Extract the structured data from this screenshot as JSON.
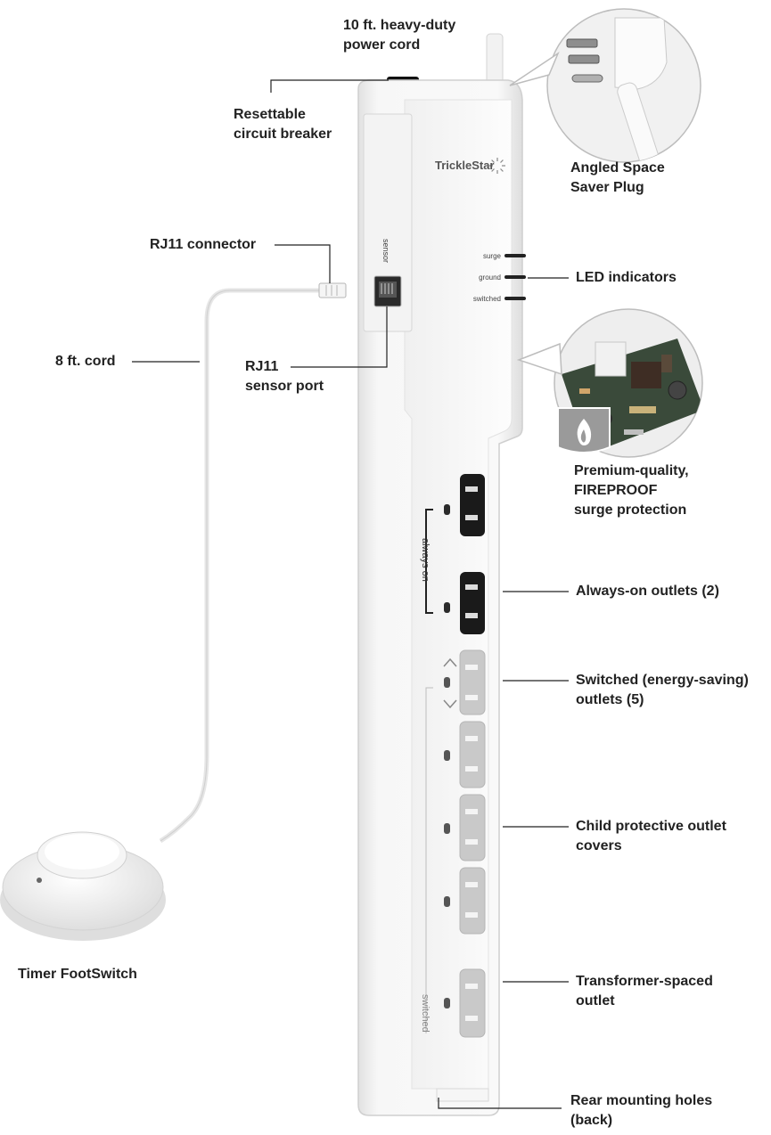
{
  "brand": "TrickleStar",
  "port_label": "sensor",
  "led_labels": [
    "surge",
    "ground",
    "switched"
  ],
  "group_labels": {
    "always_on": "always on",
    "switched": "switched"
  },
  "callouts": {
    "power_cord": [
      "10 ft. heavy-duty",
      "power cord"
    ],
    "circuit_breaker": [
      "Resettable",
      "circuit breaker"
    ],
    "plug": [
      "Angled Space",
      "Saver Plug"
    ],
    "rj11_connector": [
      "RJ11 connector"
    ],
    "led_indicators": [
      "LED indicators"
    ],
    "cord_8ft": [
      "8 ft. cord"
    ],
    "rj11_port": [
      "RJ11",
      "sensor port"
    ],
    "surge_protection": [
      "Premium-quality,",
      "FIREPROOF",
      "surge protection"
    ],
    "always_on_outlets": [
      "Always-on outlets (2)"
    ],
    "switched_outlets": [
      "Switched (energy-saving)",
      "outlets (5)"
    ],
    "child_covers": [
      "Child protective outlet",
      "covers"
    ],
    "timer_footswitch": [
      "Timer FootSwitch"
    ],
    "transformer_outlet": [
      "Transformer-spaced",
      "outlet"
    ],
    "mounting_holes": [
      "Rear mounting holes",
      "(back)"
    ]
  },
  "colors": {
    "strip_body": "#f4f4f4",
    "outline": "#d0d0d0",
    "always_on_outlet": "#1a1a1a",
    "switched_outlet": "#c9c9c9",
    "leader_line": "#222222",
    "text": "#222222",
    "fire_badge": "#9a9a9a"
  }
}
